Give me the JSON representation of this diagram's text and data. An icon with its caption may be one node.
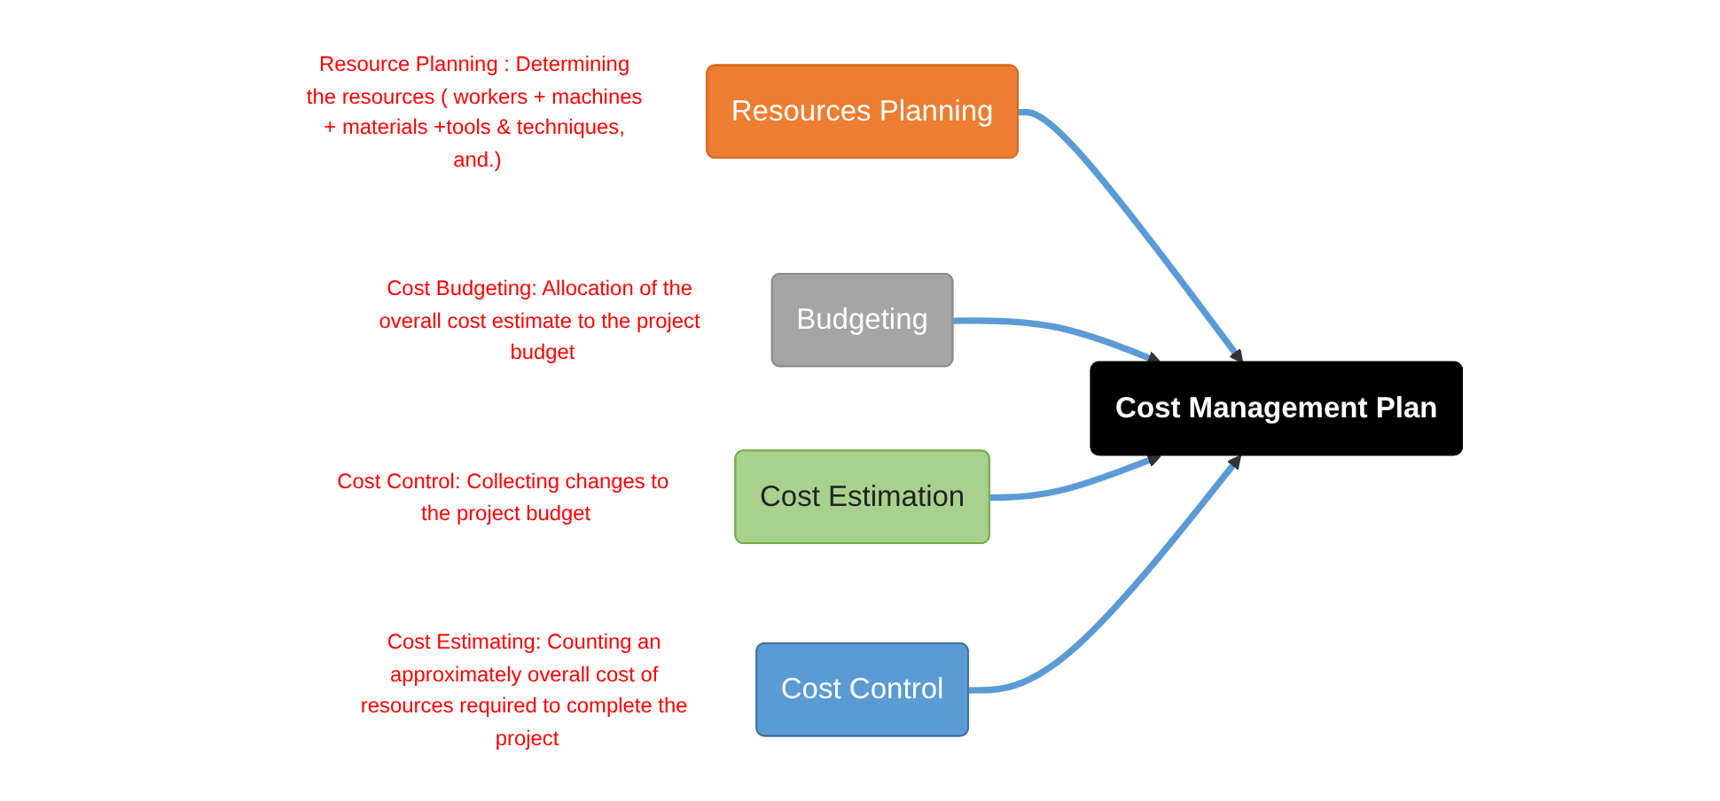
{
  "diagram": {
    "nodes": [
      {
        "text": [
          "Resources Planning"
        ],
        "beside": [
          "Resource Planning : Determining the resources ( workers + machines + materials +tools & techniques, and.)"
        ]
      },
      {
        "text": [
          "Budgeting"
        ],
        "beside": [
          "Cost Budgeting: Allocation of the overall cost estimate to the project budget"
        ]
      },
      {
        "text": [
          "Cost Management Plan"
        ]
      },
      {
        "text": [
          "Cost Estimation"
        ],
        "beside": [
          "Cost Control: Collecting changes to the project budget"
        ]
      },
      {
        "text": [
          "Cost Control"
        ],
        "beside": [
          "Cost Estimating: Counting an approximately overall cost of resources required to complete the project"
        ]
      }
    ],
    "edges": [
      {
        "from": 0,
        "to": 2,
        "arrow": "to"
      },
      {
        "from": 1,
        "to": 2,
        "arrow": "to"
      },
      {
        "from": 3,
        "to": 2,
        "arrow": "to"
      },
      {
        "from": 4,
        "to": 2,
        "arrow": "to"
      }
    ]
  }
}
